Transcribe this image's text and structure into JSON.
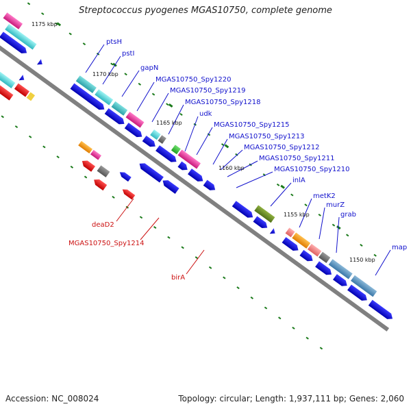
{
  "title": "Streptococcus pyogenes MGAS10750, complete genome",
  "footer": {
    "accession": "Accession: NC_008024",
    "summary": "Topology: circular; Length: 1,937,111 bp; Genes: 2,060"
  },
  "ticks": [
    "1175 kbp",
    "1170 kbp",
    "1165 kbp",
    "1160 kbp",
    "1155 kbp",
    "1150 kbp"
  ],
  "forward_labels": [
    "ptsH",
    "pstI",
    "gapN",
    "MGAS10750_Spy1220",
    "MGAS10750_Spy1219",
    "MGAS10750_Spy1218",
    "udk",
    "MGAS10750_Spy1215",
    "MGAS10750_Spy1213",
    "MGAS10750_Spy1212",
    "MGAS10750_Spy1211",
    "MGAS10750_Spy1210",
    "inlA",
    "metK2",
    "murZ",
    "grab",
    "map"
  ],
  "reverse_labels": [
    "deaD2",
    "MGAS10750_Spy1214",
    "birA"
  ],
  "colors": {
    "forward_label": "#1010cc",
    "reverse_label": "#cc1010",
    "backbone": "#808080",
    "tick": "#1a7a1a"
  }
}
